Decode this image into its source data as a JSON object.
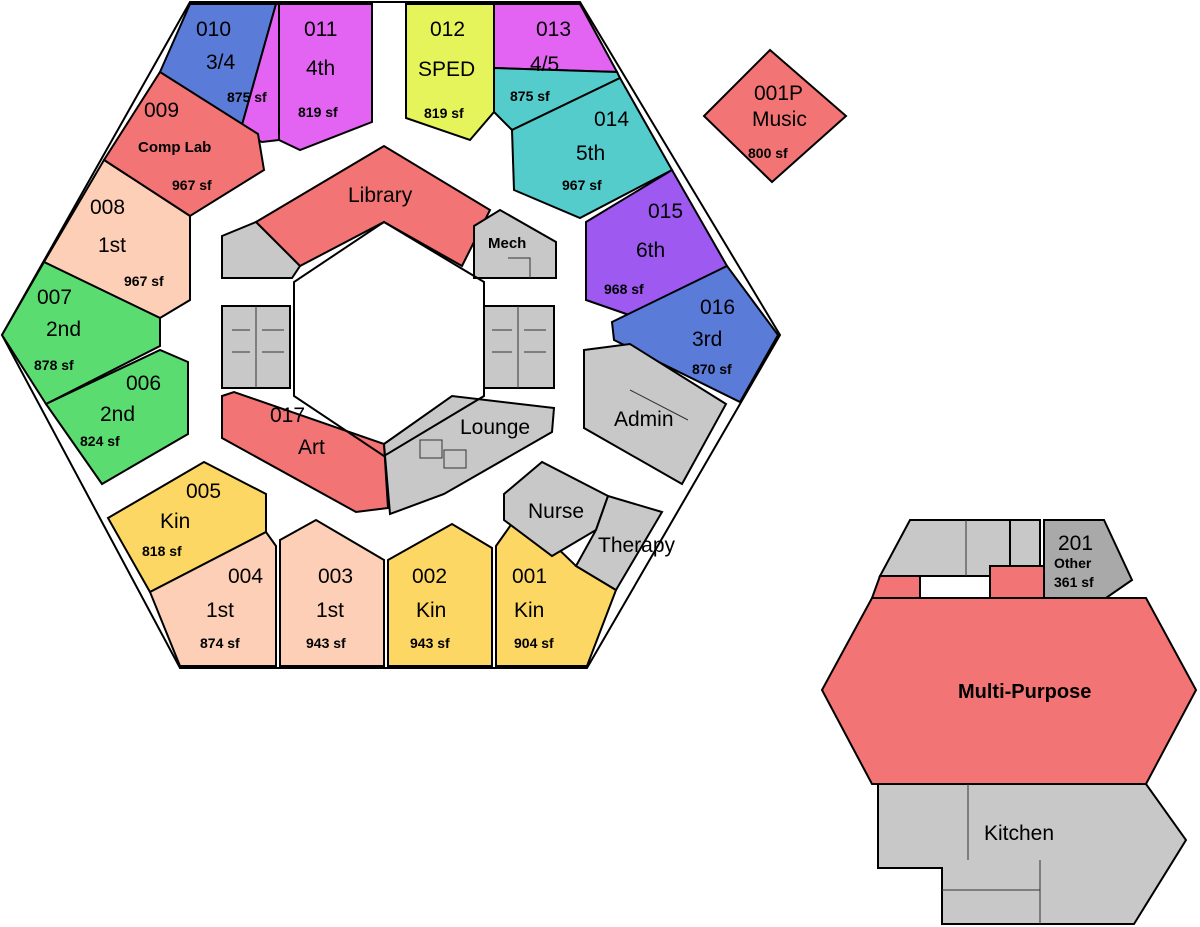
{
  "colors": {
    "blue": "#5b7bd9",
    "magenta": "#e363f2",
    "yellow": "#e4f45a",
    "teal": "#54cccc",
    "purple": "#9d59f0",
    "red": "#f37474",
    "peach": "#fccfb6",
    "green": "#5bdc71",
    "gold": "#fcd764",
    "gray": "#c8c8c8",
    "darkgray": "#a9a9a9"
  },
  "rooms": {
    "r010": {
      "number": "010",
      "grade": "3/4",
      "area": "875 sf"
    },
    "r011": {
      "number": "011",
      "grade": "4th",
      "area": "819 sf"
    },
    "r012": {
      "number": "012",
      "grade": "SPED",
      "area": "819 sf"
    },
    "r013": {
      "number": "013",
      "grade": "4/5",
      "area": "875 sf"
    },
    "r014": {
      "number": "014",
      "grade": "5th",
      "area": "967 sf"
    },
    "r015": {
      "number": "015",
      "grade": "6th",
      "area": "968 sf"
    },
    "r016": {
      "number": "016",
      "grade": "3rd",
      "area": "870 sf"
    },
    "r009": {
      "number": "009",
      "grade": "Comp Lab",
      "area": "967 sf"
    },
    "r008": {
      "number": "008",
      "grade": "1st",
      "area": "967 sf"
    },
    "r007": {
      "number": "007",
      "grade": "2nd",
      "area": "878 sf"
    },
    "r006": {
      "number": "006",
      "grade": "2nd",
      "area": "824 sf"
    },
    "r005": {
      "number": "005",
      "grade": "Kin",
      "area": "818 sf"
    },
    "r004": {
      "number": "004",
      "grade": "1st",
      "area": "874 sf"
    },
    "r003": {
      "number": "003",
      "grade": "1st",
      "area": "943 sf"
    },
    "r002": {
      "number": "002",
      "grade": "Kin",
      "area": "943 sf"
    },
    "r001": {
      "number": "001",
      "grade": "Kin",
      "area": "904 sf"
    },
    "r017": {
      "number": "017",
      "grade": "Art"
    },
    "r001p": {
      "number": "001P",
      "grade": "Music",
      "area": "800 sf"
    },
    "r201": {
      "number": "201",
      "grade": "Other",
      "area": "361 sf"
    }
  },
  "spaces": {
    "library": "Library",
    "mech": "Mech",
    "lounge": "Lounge",
    "admin": "Admin",
    "nurse": "Nurse",
    "therapy": "Therapy",
    "multipurpose": "Multi-Purpose",
    "kitchen": "Kitchen"
  }
}
